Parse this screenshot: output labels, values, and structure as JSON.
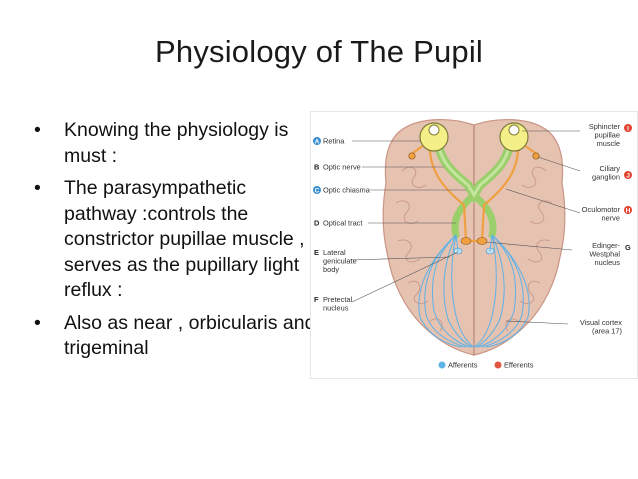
{
  "slide": {
    "title": "Physiology of The Pupil",
    "bullets": [
      "Knowing the physiology is must :",
      "The parasympathetic pathway :controls  the constrictor pupillae muscle , serves as  the pupillary light reflux :",
      "Also as near , orbicularis and trigeminal"
    ]
  },
  "figure": {
    "left_labels": [
      {
        "letter": "A",
        "text": "Retina",
        "badge_color": "#3a8fd0"
      },
      {
        "letter": "B",
        "text": "Optic nerve",
        "badge_color": null
      },
      {
        "letter": "C",
        "text": "Optic chiasma",
        "badge_color": "#3a8fd0"
      },
      {
        "letter": "D",
        "text": "Optical tract",
        "badge_color": null
      },
      {
        "letter": "E",
        "text_lines": [
          "Lateral",
          "geniculate",
          "body"
        ],
        "badge_color": null
      },
      {
        "letter": "F",
        "text_lines": [
          "Pretectal",
          "nucleus"
        ],
        "badge_color": null
      }
    ],
    "right_labels": [
      {
        "letter": "I",
        "text_lines": [
          "Sphincter",
          "pupillae",
          "muscle"
        ],
        "badge_color": "#e0432f"
      },
      {
        "letter": "J",
        "text_lines": [
          "Ciliary",
          "ganglion"
        ],
        "badge_color": "#e0432f"
      },
      {
        "letter": "H",
        "text_lines": [
          "Oculomotor",
          "nerve"
        ],
        "badge_color": "#e0432f"
      },
      {
        "letter": "G",
        "text_lines": [
          "Edinger-",
          "Westphal",
          "nucleus"
        ],
        "badge_color": null
      },
      {
        "letter": "",
        "text_lines": [
          "Visual cortex",
          "(area 17)"
        ],
        "badge_color": null
      }
    ],
    "legend": [
      {
        "label": "Afferents",
        "color": "#5fb2e6"
      },
      {
        "label": "Efferents",
        "color": "#e2553f"
      }
    ],
    "colors": {
      "brain": "#e5bfae",
      "brain_lines": "#c9978a",
      "eye": "#f4ef86",
      "afferent": "#5fb2e6",
      "efferent": "#f0a040",
      "optic_green": "#9bcf6c"
    }
  }
}
